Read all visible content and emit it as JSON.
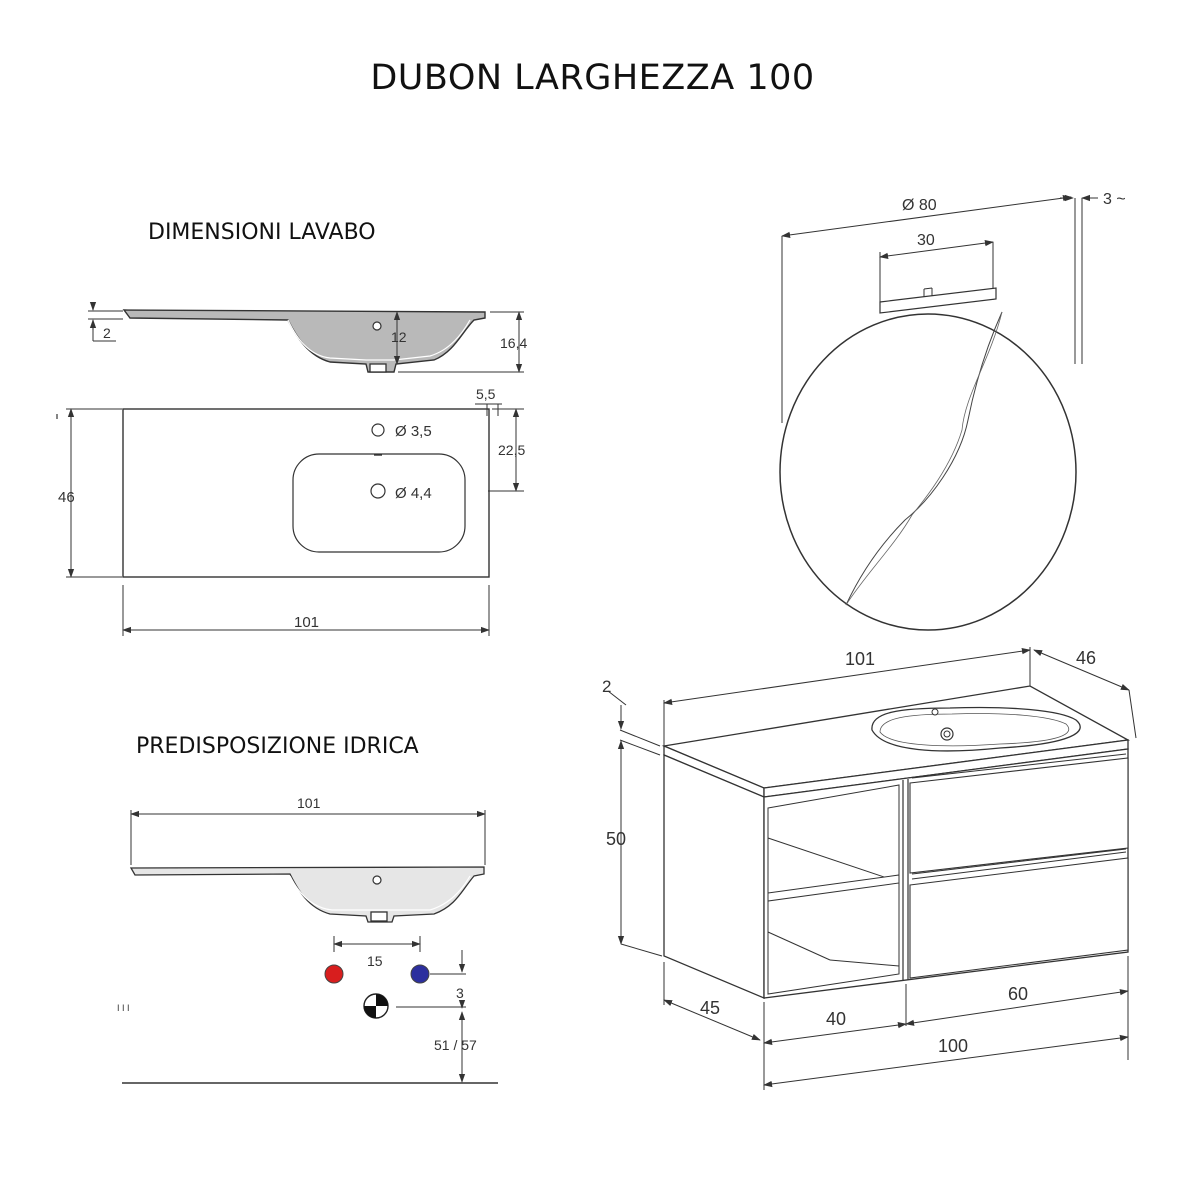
{
  "title": "DUBON LARGHEZZA 100",
  "sections": {
    "basin": "DIMENSIONI LAVABO",
    "plumbing": "PREDISPOSIZIONE IDRICA"
  },
  "basin_side_view": {
    "rim_thickness": "2",
    "bowl_depth": "12",
    "total_height": "16,4"
  },
  "basin_top_view": {
    "tap_offset": "5,5",
    "tap_hole": "Ø 3,5",
    "drain_offset": "22,5",
    "drain_hole": "Ø 4,4",
    "depth": "46",
    "width": "101"
  },
  "plumbing_view": {
    "width": "101",
    "inlet_spacing": "15",
    "inlet_drop": "3",
    "drain_height": "51 / 57",
    "edge_mark": "I I I",
    "hot_color": "#d81e1e",
    "cold_color": "#2c2f9e"
  },
  "mirror": {
    "diameter": "Ø 80",
    "lamp_width": "30",
    "depth": "3 ~"
  },
  "cabinet": {
    "top_width": "101",
    "top_depth": "46",
    "top_thickness": "2",
    "height": "50",
    "body_depth": "45",
    "open_section_width": "40",
    "drawer_width": "60",
    "total_width": "100"
  }
}
